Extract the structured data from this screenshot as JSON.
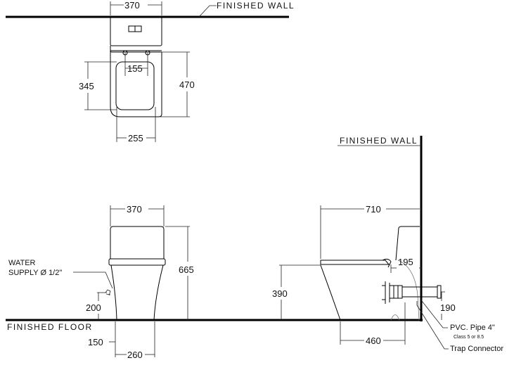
{
  "labels": {
    "finished_wall_top": "FINISHED WALL",
    "finished_wall_side": "FINISHED WALL",
    "finished_floor": "FINISHED FLOOR",
    "water_supply_line1": "WATER",
    "water_supply_line2": "SUPPLY Ø 1/2\"",
    "pvc_pipe": "PVC. Pipe 4\"",
    "pvc_class": "Class 5 or 8.5",
    "trap_connector": "Trap Connector"
  },
  "dimensions": {
    "top_width": "370",
    "top_inner": "155",
    "top_seat_depth": "345",
    "top_total_depth": "470",
    "top_base_width": "255",
    "front_width": "370",
    "front_height": "665",
    "front_supply_height": "200",
    "front_supply_offset": "150",
    "front_base_width": "260",
    "side_length": "710",
    "side_seat_height": "390",
    "side_wall_offset": "195",
    "side_pipe_height": "190",
    "side_outlet_distance": "460"
  }
}
